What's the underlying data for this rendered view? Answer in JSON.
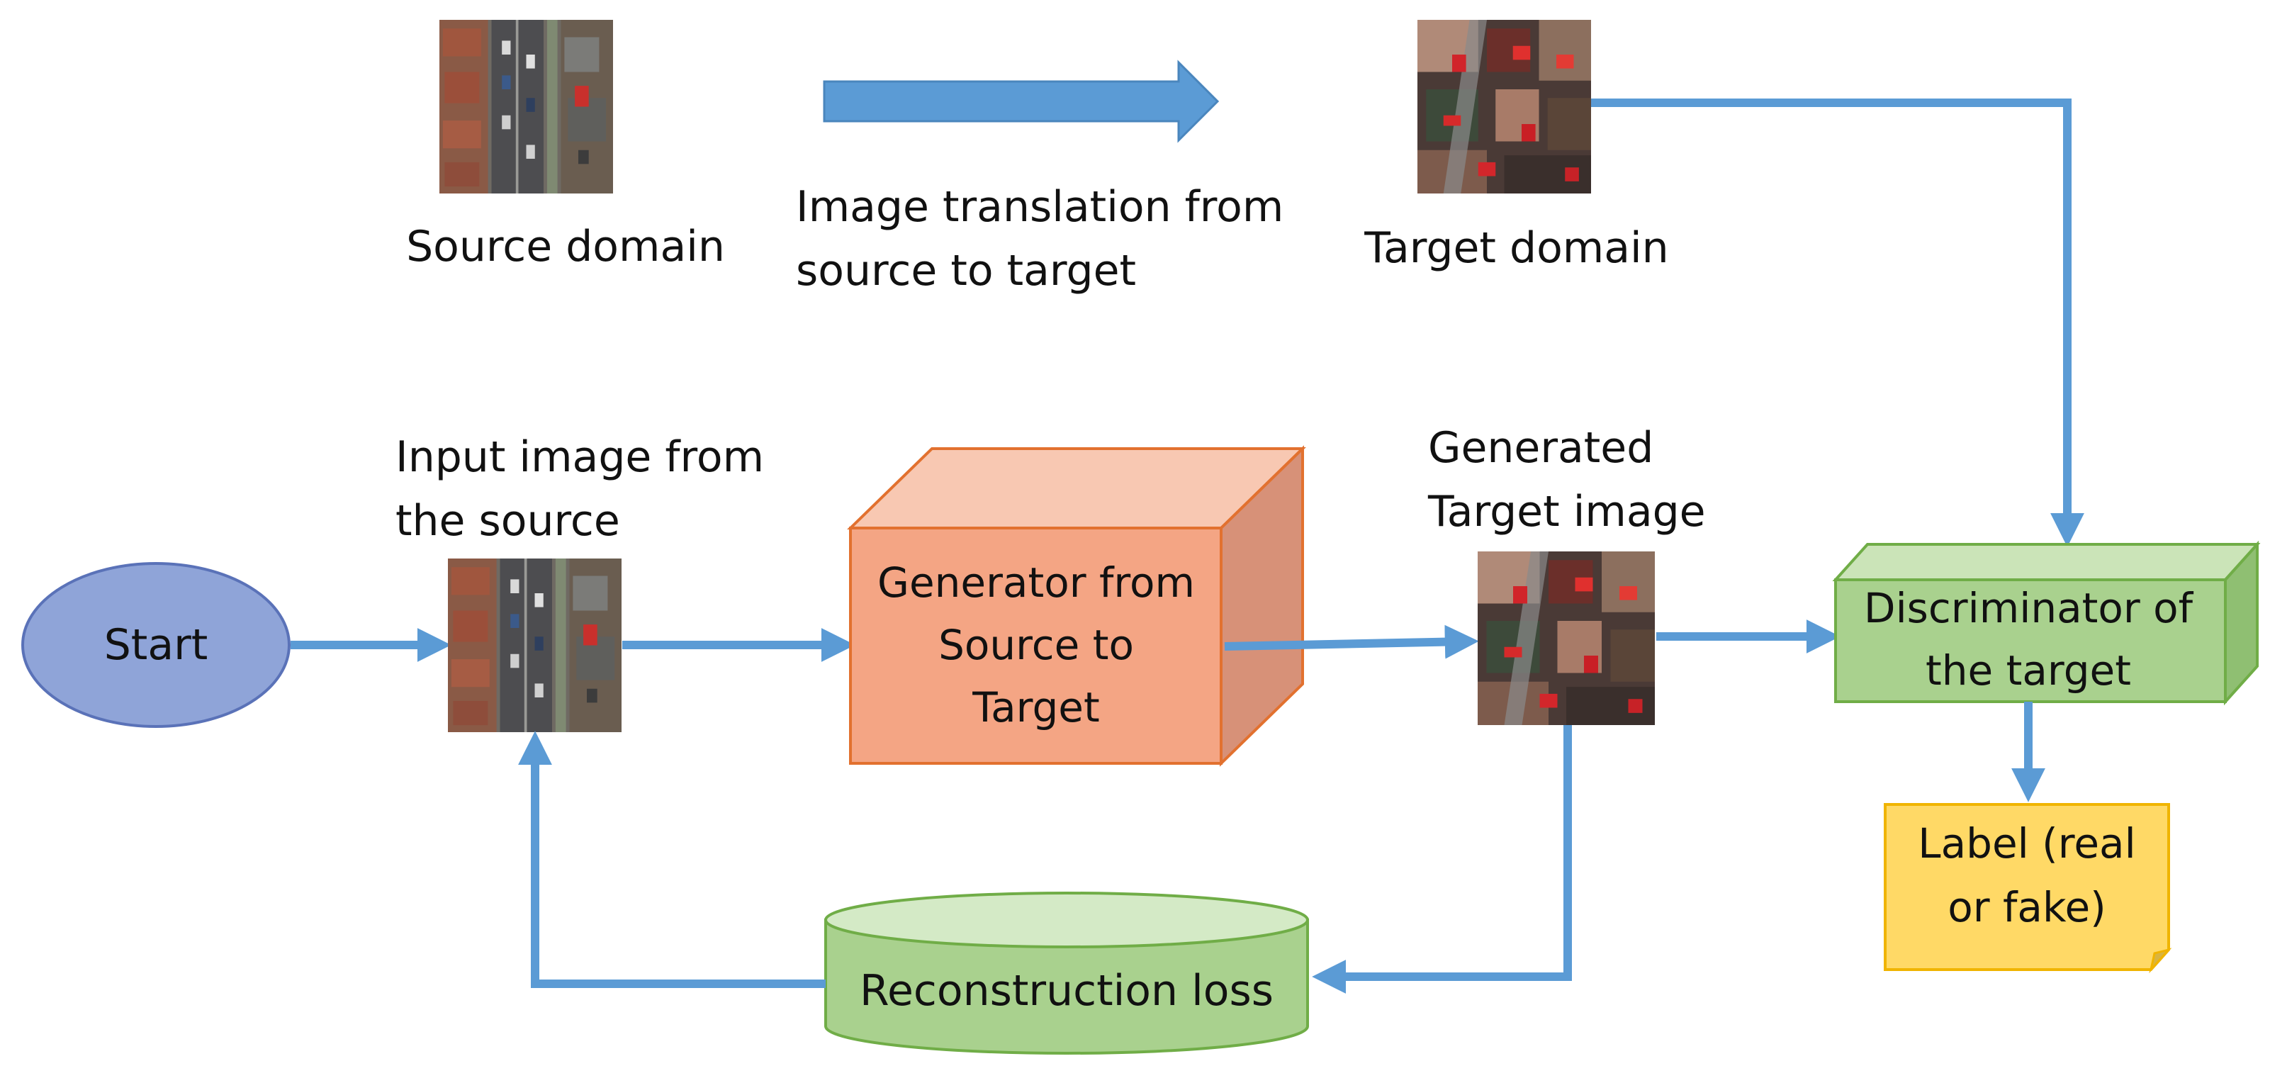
{
  "colors": {
    "arrow": "#5B9BD5",
    "start_fill": "#8FA4D8",
    "start_stroke": "#5A72B8",
    "generator_front": "#F4A584",
    "generator_top": "#F8C8B2",
    "generator_side": "#D79178",
    "generator_stroke": "#E2712F",
    "discriminator_front": "#A9D18E",
    "discriminator_top": "#CBE4B8",
    "discriminator_side": "#8FBF72",
    "discriminator_stroke": "#70AD47",
    "loss_fill": "#A9D18E",
    "loss_top": "#D4EAC6",
    "loss_stroke": "#70AD47",
    "label_fill": "#FFD966",
    "label_stroke": "#F0B400"
  },
  "labels": {
    "source_domain": "Source domain",
    "translation_line1": "Image translation from",
    "translation_line2": "source to target",
    "target_domain": "Target domain",
    "input_line1": "Input image from",
    "input_line2": "the source",
    "generated_line1": "Generated",
    "generated_line2": "Target image",
    "start": "Start",
    "generator_line1": "Generator from",
    "generator_line2": "Source to",
    "generator_line3": "Target",
    "discriminator_line1": "Discriminator of",
    "discriminator_line2": "the target",
    "label_line1": "Label (real",
    "label_line2": "or fake)",
    "loss": "Reconstruction loss"
  },
  "images": {
    "source": "aerial-street-photo",
    "target": "aerial-rooftops-photo"
  }
}
